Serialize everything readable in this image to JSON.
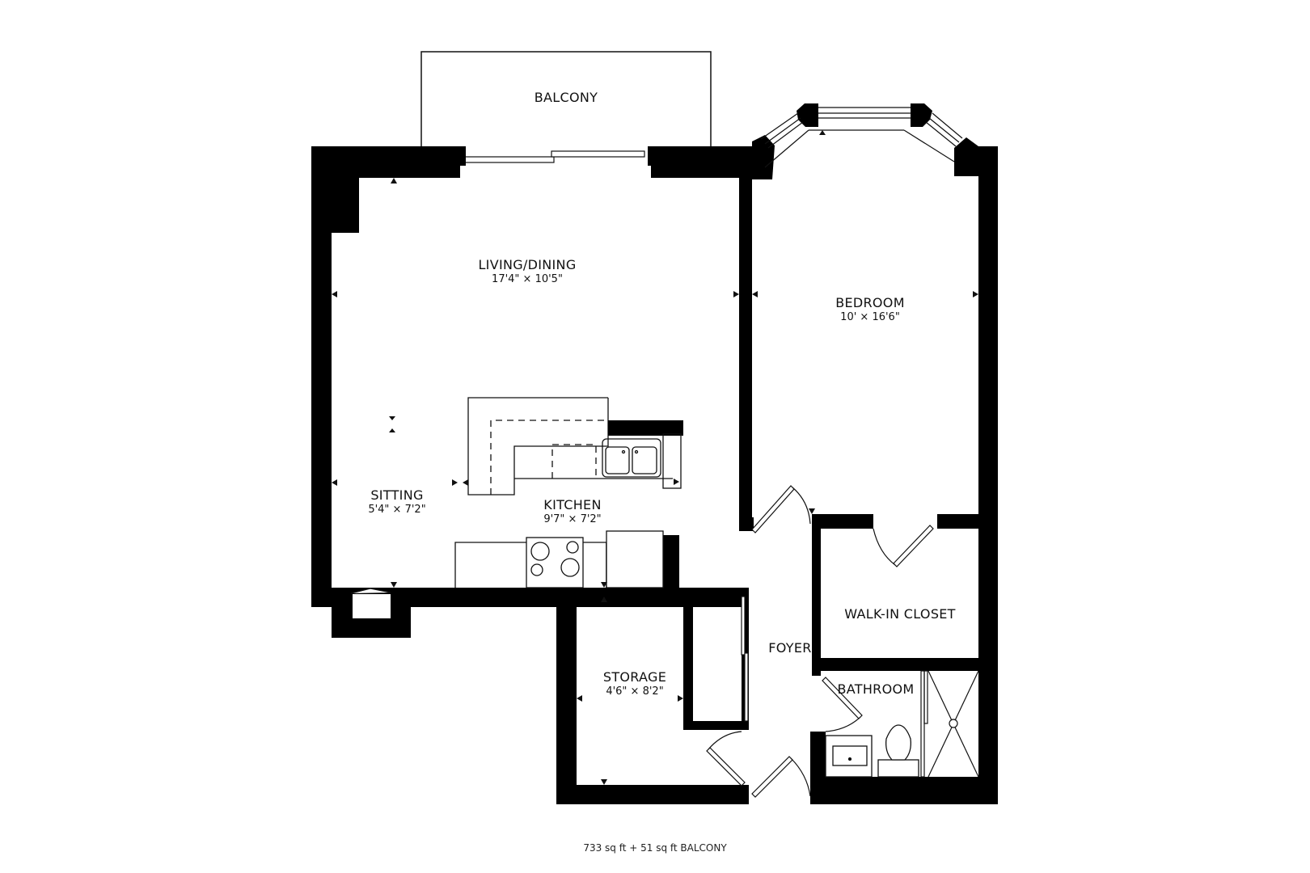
{
  "colors": {
    "wall": "#000000",
    "background": "#ffffff",
    "line": "#111111"
  },
  "rooms": {
    "balcony": {
      "name": "BALCONY"
    },
    "living": {
      "name": "LIVING/DINING",
      "dimensions": "17'4\" × 10'5\""
    },
    "bedroom": {
      "name": "BEDROOM",
      "dimensions": "10' × 16'6\""
    },
    "sitting": {
      "name": "SITTING",
      "dimensions": "5'4\" × 7'2\""
    },
    "kitchen": {
      "name": "KITCHEN",
      "dimensions": "9'7\" × 7'2\""
    },
    "storage": {
      "name": "STORAGE",
      "dimensions": "4'6\" × 8'2\""
    },
    "foyer": {
      "name": "FOYER"
    },
    "closet": {
      "name": "WALK-IN CLOSET"
    },
    "bathroom": {
      "name": "BATHROOM"
    }
  },
  "footer": {
    "area": "733 sq ft + 51 sq ft BALCONY"
  }
}
